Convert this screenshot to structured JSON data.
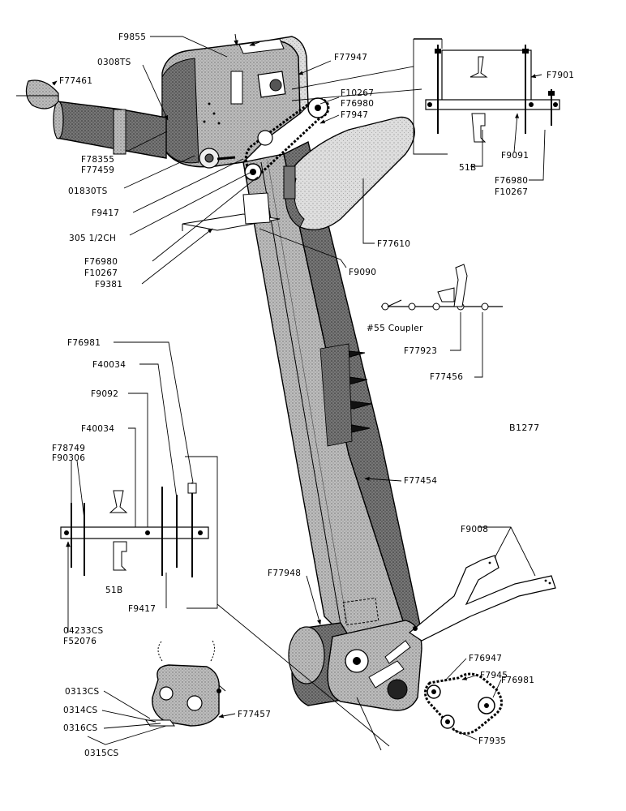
{
  "drawing_code": "B1277",
  "main_labels": {
    "f9855": "F9855",
    "f77947_top": "F77947",
    "ts0308": "0308TS",
    "f77461": "F77461",
    "f10267_a": "F10267",
    "f76980_a": "F76980",
    "f7947": "F7947",
    "f78355": "F78355",
    "f77459": "F77459",
    "ts01830": "01830TS",
    "f9417_a": "F9417",
    "ch305": "305 1/2CH",
    "f76980_b": "F76980",
    "f10267_b": "F10267",
    "f9381": "F9381",
    "f77610": "F77610",
    "f9090": "F9090",
    "f77454": "F77454",
    "f77948": "F77948",
    "f9008": "F9008"
  },
  "top_right_inset": {
    "f7901": "F7901",
    "s51b": "51B",
    "f9091": "F9091",
    "f76980": "F76980",
    "f10267": "F10267"
  },
  "coupler_inset": {
    "coupler": "#55 Coupler",
    "f77923": "F77923",
    "f77456": "F77456"
  },
  "left_inset": {
    "f76981": "F76981",
    "f40034_a": "F40034",
    "f9092": "F9092",
    "f40034_b": "F40034",
    "f78749": "F78749",
    "f90306": "F90306",
    "s51b": "51B",
    "f9417": "F9417",
    "cs04233": "04233CS",
    "f52076": "F52076"
  },
  "bottom_left_inset": {
    "cs0313": "0313CS",
    "cs0314": "0314CS",
    "cs0316": "0316CS",
    "cs0315": "0315CS",
    "f77457": "F77457"
  },
  "bottom_right_inset": {
    "f76947": "F76947",
    "f7945": "F7945",
    "f76981": "F76981",
    "f7935": "F7935"
  }
}
